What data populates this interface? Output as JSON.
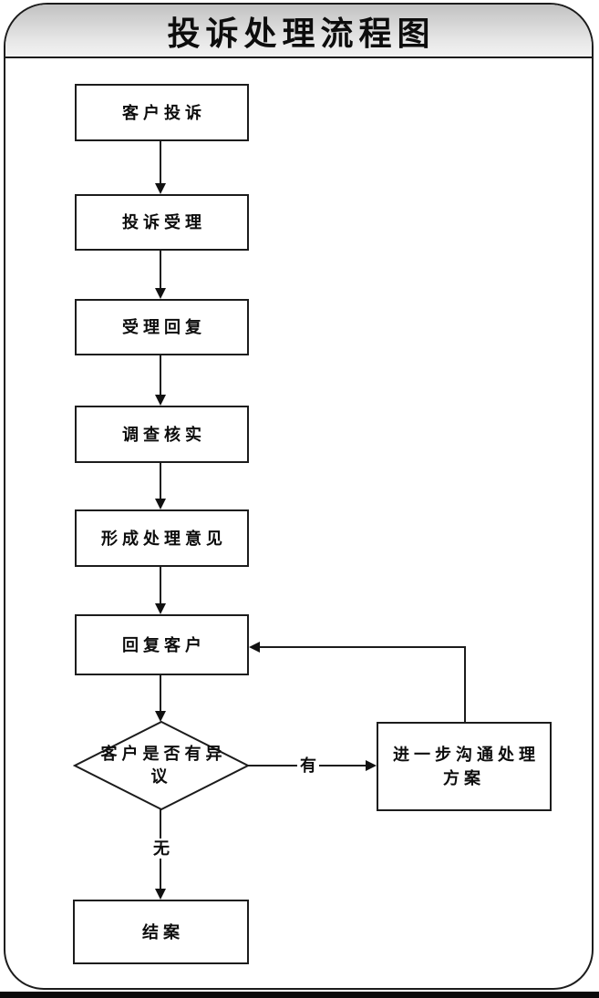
{
  "title": "投诉处理流程图",
  "flowchart": {
    "nodes": [
      {
        "id": "customer-complaint",
        "type": "process",
        "label": "客户投诉"
      },
      {
        "id": "complaint-acceptance",
        "type": "process",
        "label": "投诉受理"
      },
      {
        "id": "acceptance-reply",
        "type": "process",
        "label": "受理回复"
      },
      {
        "id": "investigation",
        "type": "process",
        "label": "调查核实"
      },
      {
        "id": "form-opinion",
        "type": "process",
        "label": "形成处理意见"
      },
      {
        "id": "reply-customer",
        "type": "process",
        "label": "回复客户"
      },
      {
        "id": "objection-decision",
        "type": "decision",
        "label": "客户是否有异议"
      },
      {
        "id": "further-communication",
        "type": "process",
        "label": "进一步沟通处理方案"
      },
      {
        "id": "close-case",
        "type": "process",
        "label": "结案"
      }
    ],
    "edges": [
      {
        "from": "customer-complaint",
        "to": "complaint-acceptance",
        "label": ""
      },
      {
        "from": "complaint-acceptance",
        "to": "acceptance-reply",
        "label": ""
      },
      {
        "from": "acceptance-reply",
        "to": "investigation",
        "label": ""
      },
      {
        "from": "investigation",
        "to": "form-opinion",
        "label": ""
      },
      {
        "from": "form-opinion",
        "to": "reply-customer",
        "label": ""
      },
      {
        "from": "reply-customer",
        "to": "objection-decision",
        "label": ""
      },
      {
        "from": "objection-decision",
        "to": "further-communication",
        "label": "有"
      },
      {
        "from": "objection-decision",
        "to": "close-case",
        "label": "无"
      },
      {
        "from": "further-communication",
        "to": "reply-customer",
        "label": ""
      }
    ]
  },
  "colors": {
    "line": "#1c1c1c",
    "node_fill": "#ffffff",
    "titlebar_top": "#c2c2c2",
    "titlebar_bottom": "#f3f3f3",
    "text": "#0d0d0d"
  }
}
